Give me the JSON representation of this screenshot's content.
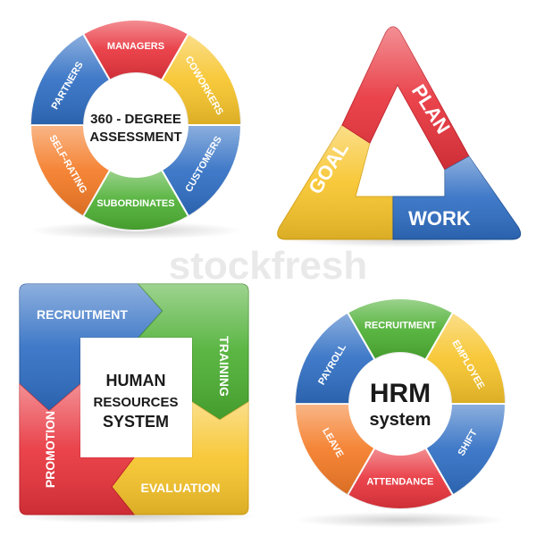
{
  "watermark": "stockfresh",
  "colors": {
    "red": "#e8333c",
    "yellow": "#f7c42a",
    "blue": "#2f6ec3",
    "green": "#4caf32",
    "orange": "#f47a25",
    "white": "#ffffff",
    "dark_text": "#1a1a1a"
  },
  "assessment_wheel": {
    "center_line1": "360 - DEGREE",
    "center_line2": "ASSESSMENT",
    "segments": [
      {
        "label": "MANAGERS",
        "color": "red"
      },
      {
        "label": "COWORKERS",
        "color": "yellow"
      },
      {
        "label": "CUSTOMERS",
        "color": "blue"
      },
      {
        "label": "SUBORDINATES",
        "color": "green"
      },
      {
        "label": "SELF-RATING",
        "color": "orange"
      },
      {
        "label": "PARTNERS",
        "color": "blue"
      }
    ]
  },
  "goal_triangle": {
    "segments": [
      {
        "label": "PLAN",
        "color": "red"
      },
      {
        "label": "WORK",
        "color": "blue"
      },
      {
        "label": "GOAL",
        "color": "yellow"
      }
    ]
  },
  "hr_square": {
    "center_line1": "HUMAN",
    "center_line2": "RESOURCES",
    "center_line3": "SYSTEM",
    "segments": [
      {
        "label": "RECRUITMENT",
        "color": "blue"
      },
      {
        "label": "TRAINING",
        "color": "green"
      },
      {
        "label": "EVALUATION",
        "color": "yellow"
      },
      {
        "label": "PROMOTION",
        "color": "red"
      }
    ]
  },
  "hrm_wheel": {
    "center_line1": "HRM",
    "center_line2": "system",
    "segments": [
      {
        "label": "RECRUITMENT",
        "color": "green"
      },
      {
        "label": "EMPLOYEE",
        "color": "yellow"
      },
      {
        "label": "SHIFT",
        "color": "blue"
      },
      {
        "label": "ATTENDANCE",
        "color": "red"
      },
      {
        "label": "LEAVE",
        "color": "orange"
      },
      {
        "label": "PAYROLL",
        "color": "blue"
      }
    ]
  }
}
